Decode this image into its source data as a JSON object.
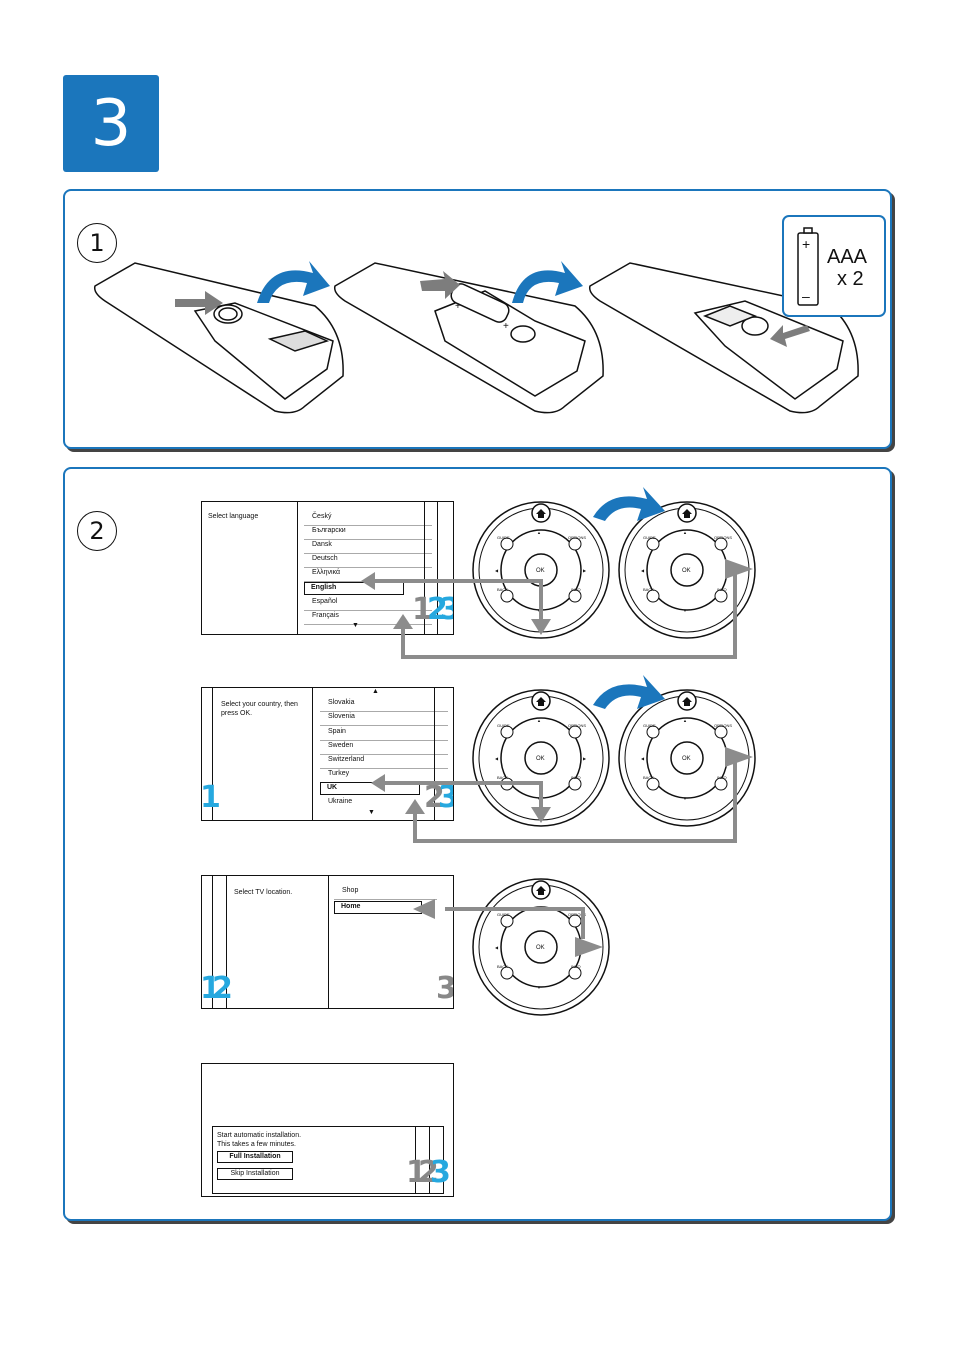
{
  "step_number": "3",
  "panel1": {
    "step": "1",
    "battery": {
      "type": "AAA",
      "count": "x 2",
      "plus": "+",
      "minus": "–"
    }
  },
  "panel2": {
    "step": "2",
    "screen_language": {
      "title": "Select language",
      "items": [
        "Český",
        "Български",
        "Dansk",
        "Deutsch",
        "Ελληνικά",
        "English",
        "Español",
        "Français"
      ],
      "selected": "English"
    },
    "screen_country": {
      "title": "Select your country, then press OK.",
      "items": [
        "Slovakia",
        "Slovenia",
        "Spain",
        "Sweden",
        "Switzerland",
        "Turkey",
        "UK",
        "Ukraine"
      ],
      "selected": "UK"
    },
    "screen_location": {
      "title": "Select TV location.",
      "items": [
        "Shop",
        "Home"
      ],
      "selected": "Home"
    },
    "screen_install": {
      "line1": "Start automatic installation.",
      "line2": "This takes a few minutes.",
      "full_btn": "Full Installation",
      "skip_btn": "Skip Installation"
    },
    "remote_labels": {
      "ok": "OK",
      "guide": "GUIDE",
      "options": "OPTIONS",
      "back": "BACK",
      "info": "INFO",
      "pp": "P/P"
    },
    "progress_digits": {
      "one": "1",
      "two": "2",
      "three": "3"
    }
  },
  "colors": {
    "brand_blue": "#1b76bc",
    "accent_blue": "#26a8df",
    "arrow_grey": "#8c8c8c"
  }
}
